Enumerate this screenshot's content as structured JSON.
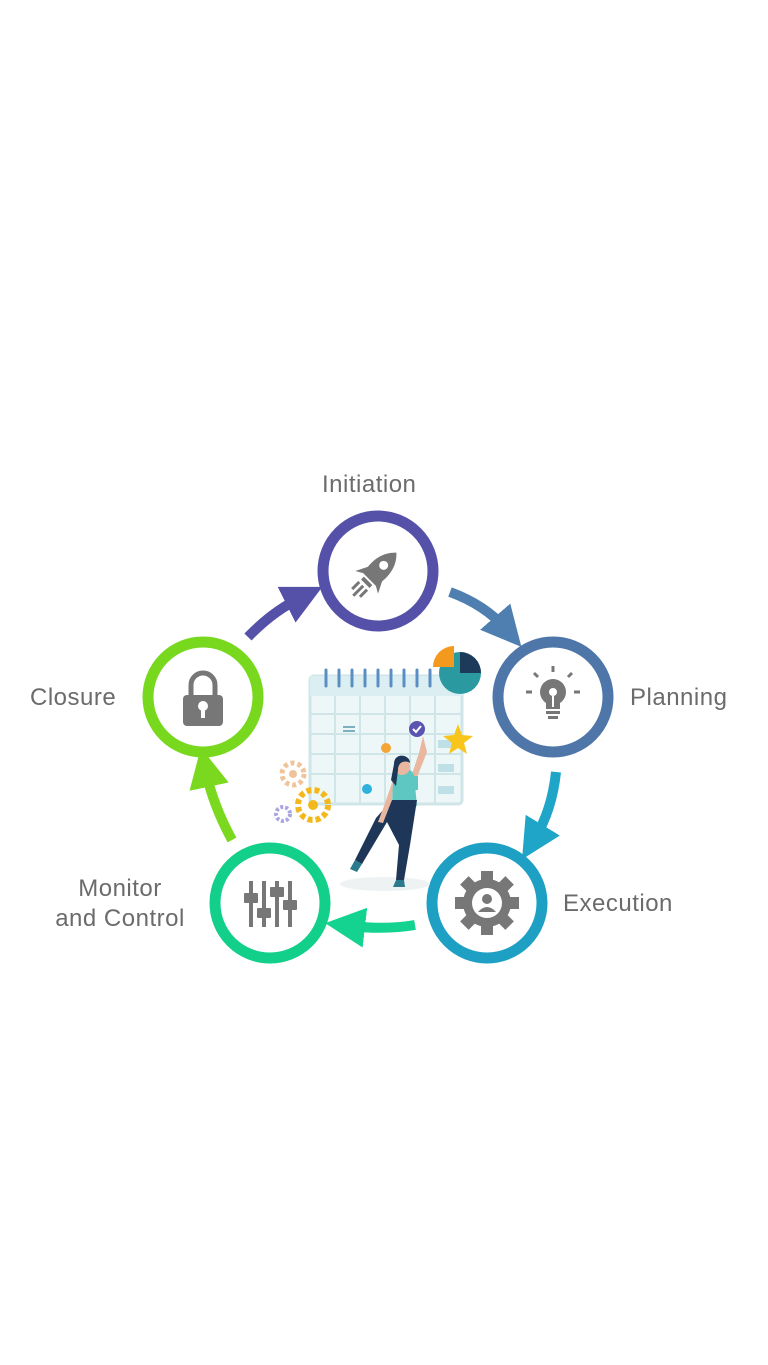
{
  "title": "",
  "phases": [
    {
      "id": "initiation",
      "label": "Initiation",
      "icon": "rocket-icon",
      "color": "#5551a8"
    },
    {
      "id": "planning",
      "label": "Planning",
      "icon": "lightbulb-icon",
      "color": "#4f76a8"
    },
    {
      "id": "execution",
      "label": "Execution",
      "icon": "gear-person-icon",
      "color": "#1ea0c4"
    },
    {
      "id": "monitor",
      "label_line1": "Monitor",
      "label_line2": "and Control",
      "icon": "sliders-icon",
      "color": "#12cf8a"
    },
    {
      "id": "closure",
      "label": "Closure",
      "icon": "padlock-icon",
      "color": "#78d81e"
    }
  ],
  "cycle": [
    "initiation",
    "planning",
    "execution",
    "monitor",
    "closure",
    "initiation"
  ],
  "center_illustration": "person-with-calendar-illustration"
}
